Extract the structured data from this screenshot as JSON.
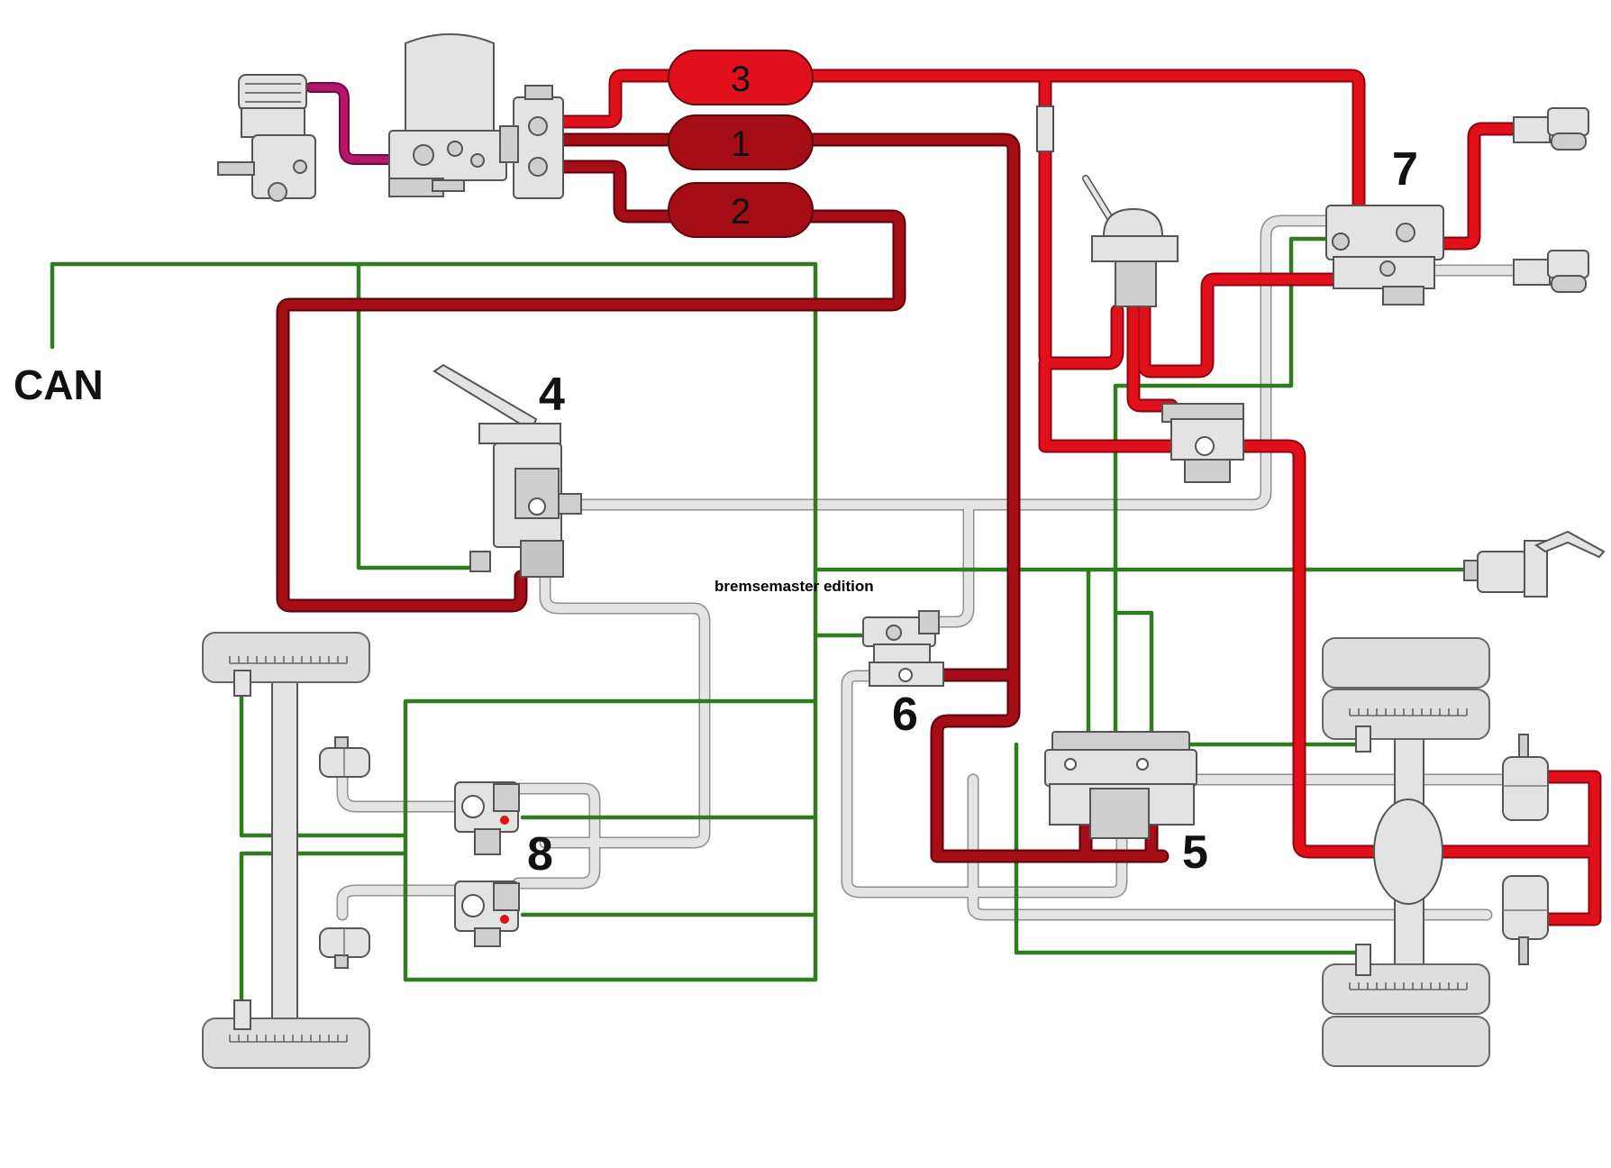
{
  "diagram": {
    "can_label": "CAN",
    "watermark": "bremsemaster edition",
    "tanks": [
      {
        "id": "3",
        "label": "3"
      },
      {
        "id": "1",
        "label": "1"
      },
      {
        "id": "2",
        "label": "2"
      }
    ],
    "component_numbers": {
      "n4": "4",
      "n5": "5",
      "n6": "6",
      "n7": "7",
      "n8": "8"
    },
    "colors": {
      "circuit_bright_red": "#e2101a",
      "circuit_dark_red": "#a50d17",
      "compressor_line": "#b5166a",
      "can_line": "#2f7d1f",
      "control_line": "#e4e4e4",
      "component_gray": "#e3e3e3"
    }
  }
}
